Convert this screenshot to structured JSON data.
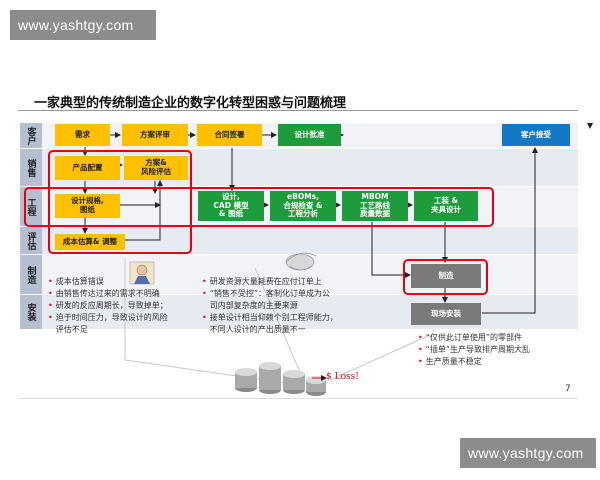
{
  "watermark_top": "www.yashtgy.com",
  "watermark_bottom": "www.yashtgy.com",
  "title": "一家典型的传统制造企业的数字化转型困惑与问题梳理",
  "lanes": [
    "客户",
    "销售",
    "工程",
    "评估",
    "制造",
    "安装"
  ],
  "boxes": {
    "demand": "需求",
    "scheme_review": "方案评审",
    "contract": "合同签署",
    "design_approval": "设计批准",
    "customer_accept": "客户接受",
    "product_config": "产品配置",
    "scheme_risk": "方案&\n风险评估",
    "design_spec": "设计规格,\n图纸",
    "cost_estimate": "成本估算& 调整",
    "design_cad": "设计,\nCAD 模型\n& 图纸",
    "ebom": "eBOMs,\n合规检查 &\n工程分析",
    "mbom": "MBOM\n工艺路线\n质量数据",
    "tooling": "工装 &\n夹具设计",
    "manufacturing": "制造",
    "onsite_install": "现场安装"
  },
  "notes_left": [
    "成本估算错误",
    "由销售传达过来的需求不明确",
    "研发的反应周期长，导致掉单；",
    "迫于时间压力，导致设计的风险\n评估不足"
  ],
  "notes_middle": [
    "研发资源大量耗费在应付订单上",
    "“销售不受控”：客制化订单成为公\n司内部复杂度的主要来源",
    "接单设计相当仰赖个别工程师能力，\n不同人设计的产出质量不一"
  ],
  "notes_right": [
    "“仅供此订单使用”的零部件",
    "“插单”生产导致排产周期大乱",
    "生产质量不稳定"
  ],
  "loss_label": "$ Loss!",
  "page_number": "7",
  "colors": {
    "yellow": "#ffc000",
    "green": "#1e9b3a",
    "blue": "#1479c5",
    "gray": "#7a7a7a",
    "red": "#e60012"
  }
}
